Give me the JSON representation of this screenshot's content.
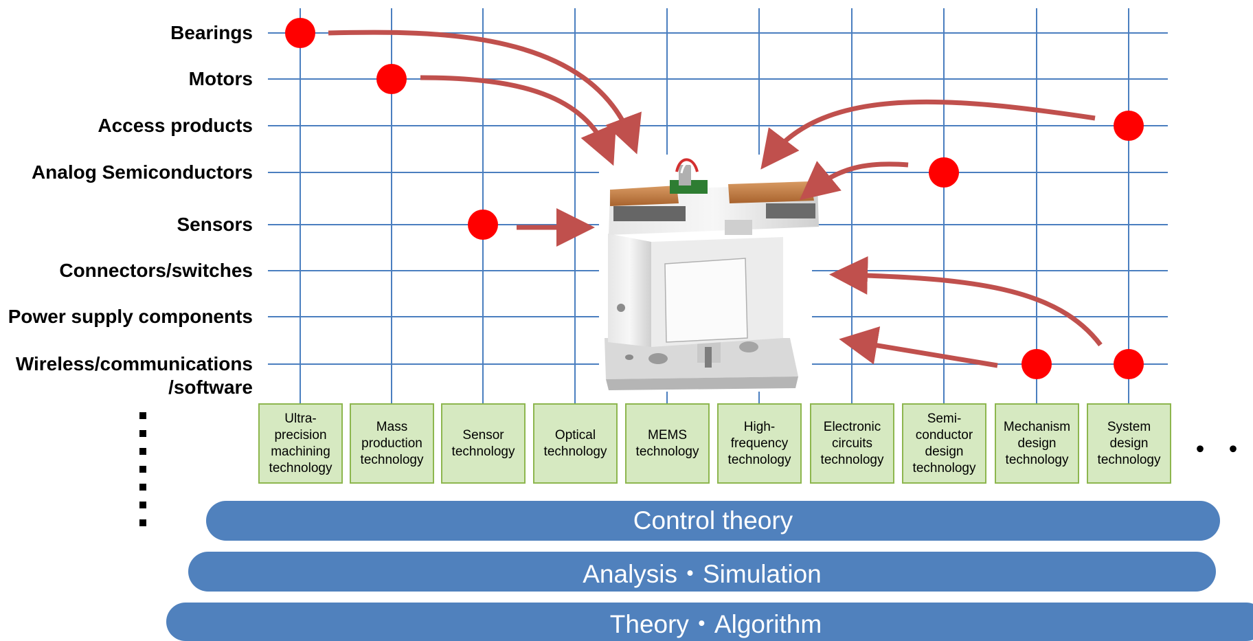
{
  "rows": [
    {
      "label_lines": [
        "Bearings"
      ]
    },
    {
      "label_lines": [
        "Motors"
      ]
    },
    {
      "label_lines": [
        "Access products"
      ]
    },
    {
      "label_lines": [
        "Analog Semiconductors"
      ]
    },
    {
      "label_lines": [
        "Sensors"
      ]
    },
    {
      "label_lines": [
        "Connectors/switches"
      ]
    },
    {
      "label_lines": [
        "Power supply components"
      ]
    },
    {
      "label_lines": [
        "Wireless/communications",
        "/software"
      ]
    }
  ],
  "technologies": [
    {
      "label": "Ultra-precision machining technology"
    },
    {
      "label": "Mass production technology"
    },
    {
      "label": "Sensor technology"
    },
    {
      "label": "Optical technology"
    },
    {
      "label": "MEMS technology"
    },
    {
      "label": "High-frequency technology"
    },
    {
      "label": "Electronic circuits technology"
    },
    {
      "label": "Semi-conductor design technology"
    },
    {
      "label": "Mechanism design technology"
    },
    {
      "label": "System design technology"
    }
  ],
  "ellipsis": "・・・",
  "foundations": [
    {
      "label": "Control theory"
    },
    {
      "label": "Analysis・Simulation"
    },
    {
      "label": "Theory・Algorithm"
    }
  ],
  "links": [
    {
      "row": "Bearings",
      "tech": "Ultra-precision machining technology"
    },
    {
      "row": "Motors",
      "tech": "Mass production technology"
    },
    {
      "row": "Access products",
      "tech": "System design technology"
    },
    {
      "row": "Analog Semiconductors",
      "tech": "Semi-conductor design technology"
    },
    {
      "row": "Sensors",
      "tech": "Sensor technology"
    },
    {
      "row": "Wireless/communications /software",
      "tech": "Mechanism design technology"
    },
    {
      "row": "Wireless/communications /software",
      "tech": "System design technology"
    }
  ],
  "colors": {
    "grid": "#4a7ebf",
    "dot": "#ff0000",
    "arrow": "#c0504d",
    "tech_fill": "#d6e9c1",
    "tech_border": "#8db64e",
    "band": "#5081bd"
  },
  "product_image": "device-photo"
}
